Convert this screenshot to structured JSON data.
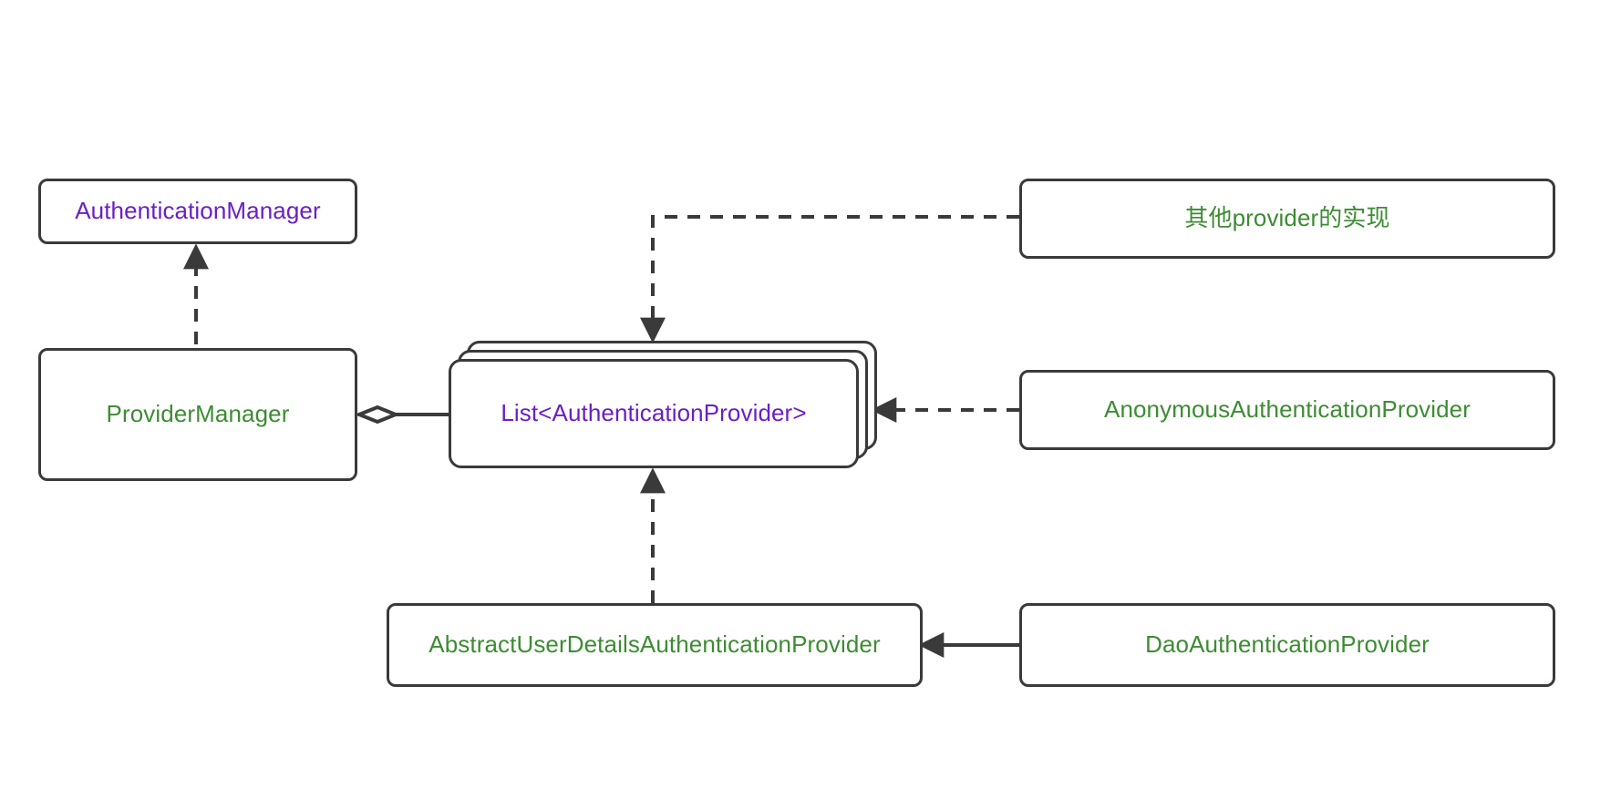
{
  "diagram": {
    "type": "uml-class-diagram",
    "background_color": "#ffffff",
    "stroke_color": "#3a3a3a",
    "palette": {
      "interface_text": "#6a1fc4",
      "class_text": "#3d8c33"
    },
    "nodes": [
      {
        "id": "authentication-manager",
        "label": "AuthenticationManager",
        "text_color": "#6a1fc4",
        "shape": "rounded-rect"
      },
      {
        "id": "provider-manager",
        "label": "ProviderManager",
        "text_color": "#3d8c33",
        "shape": "rounded-rect"
      },
      {
        "id": "authentication-provider-list",
        "label": "List<AuthenticationProvider>",
        "text_color": "#6a1fc4",
        "shape": "stacked-rounded-rect"
      },
      {
        "id": "other-provider-impl",
        "label": "其他provider的实现",
        "text_color": "#3d8c33",
        "shape": "rounded-rect"
      },
      {
        "id": "anonymous-authentication-provider",
        "label": "AnonymousAuthenticationProvider",
        "text_color": "#3d8c33",
        "shape": "rounded-rect"
      },
      {
        "id": "abstract-user-details-authentication-provider",
        "label": "AbstractUserDetailsAuthenticationProvider",
        "text_color": "#3d8c33",
        "shape": "rounded-rect"
      },
      {
        "id": "dao-authentication-provider",
        "label": "DaoAuthenticationProvider",
        "text_color": "#3d8c33",
        "shape": "rounded-rect"
      }
    ],
    "edges": [
      {
        "id": "provider-manager-implements-authentication-manager",
        "from": "provider-manager",
        "to": "authentication-manager",
        "style": "dashed",
        "head": "solid-triangle"
      },
      {
        "id": "provider-manager-aggregates-provider-list",
        "from": "provider-manager",
        "to": "authentication-provider-list",
        "style": "solid",
        "head": "hollow-diamond"
      },
      {
        "id": "other-provider-impl-implements-provider-list",
        "from": "other-provider-impl",
        "to": "authentication-provider-list",
        "style": "dashed",
        "head": "solid-triangle"
      },
      {
        "id": "anonymous-provider-implements-provider-list",
        "from": "anonymous-authentication-provider",
        "to": "authentication-provider-list",
        "style": "dashed",
        "head": "solid-triangle"
      },
      {
        "id": "abstract-user-details-implements-provider-list",
        "from": "abstract-user-details-authentication-provider",
        "to": "authentication-provider-list",
        "style": "dashed",
        "head": "solid-triangle"
      },
      {
        "id": "dao-provider-extends-abstract-user-details",
        "from": "dao-authentication-provider",
        "to": "abstract-user-details-authentication-provider",
        "style": "solid",
        "head": "solid-triangle"
      }
    ]
  }
}
